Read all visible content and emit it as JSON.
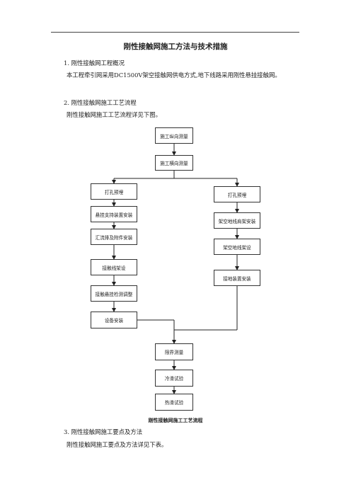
{
  "doc": {
    "title": "刚性接触网施工方法与技术措施",
    "s1_heading": "1.  刚性接触网工程概况",
    "s1_body": "本工程牵引网采用DC1500V架空接触网供电方式,地下线路采用刚性悬挂接触网。",
    "s2_heading": "2.  刚性接触网施工工艺流程",
    "s2_body": "刚性接触网施工工艺流程详见下图。",
    "s3_heading": "3.  刚性接触网施工要点及方法",
    "s3_body": "刚性接触网施工要点及方法详见下表。"
  },
  "flowchart": {
    "caption": "刚性接触网施工工艺流程",
    "top": [
      "施工纵向测量",
      "施工横向测量"
    ],
    "left": [
      "打孔预埋",
      "悬挂支持装置安装",
      "汇流排及附件安装",
      "接触线架设",
      "接触悬挂检测调整",
      "设备安装"
    ],
    "right": [
      "打孔预埋",
      "架空地线肩架安装",
      "架空地线架设",
      "接地装置安装"
    ],
    "bottom": [
      "限界测量",
      "冷滑试验",
      "热滑试验"
    ]
  }
}
